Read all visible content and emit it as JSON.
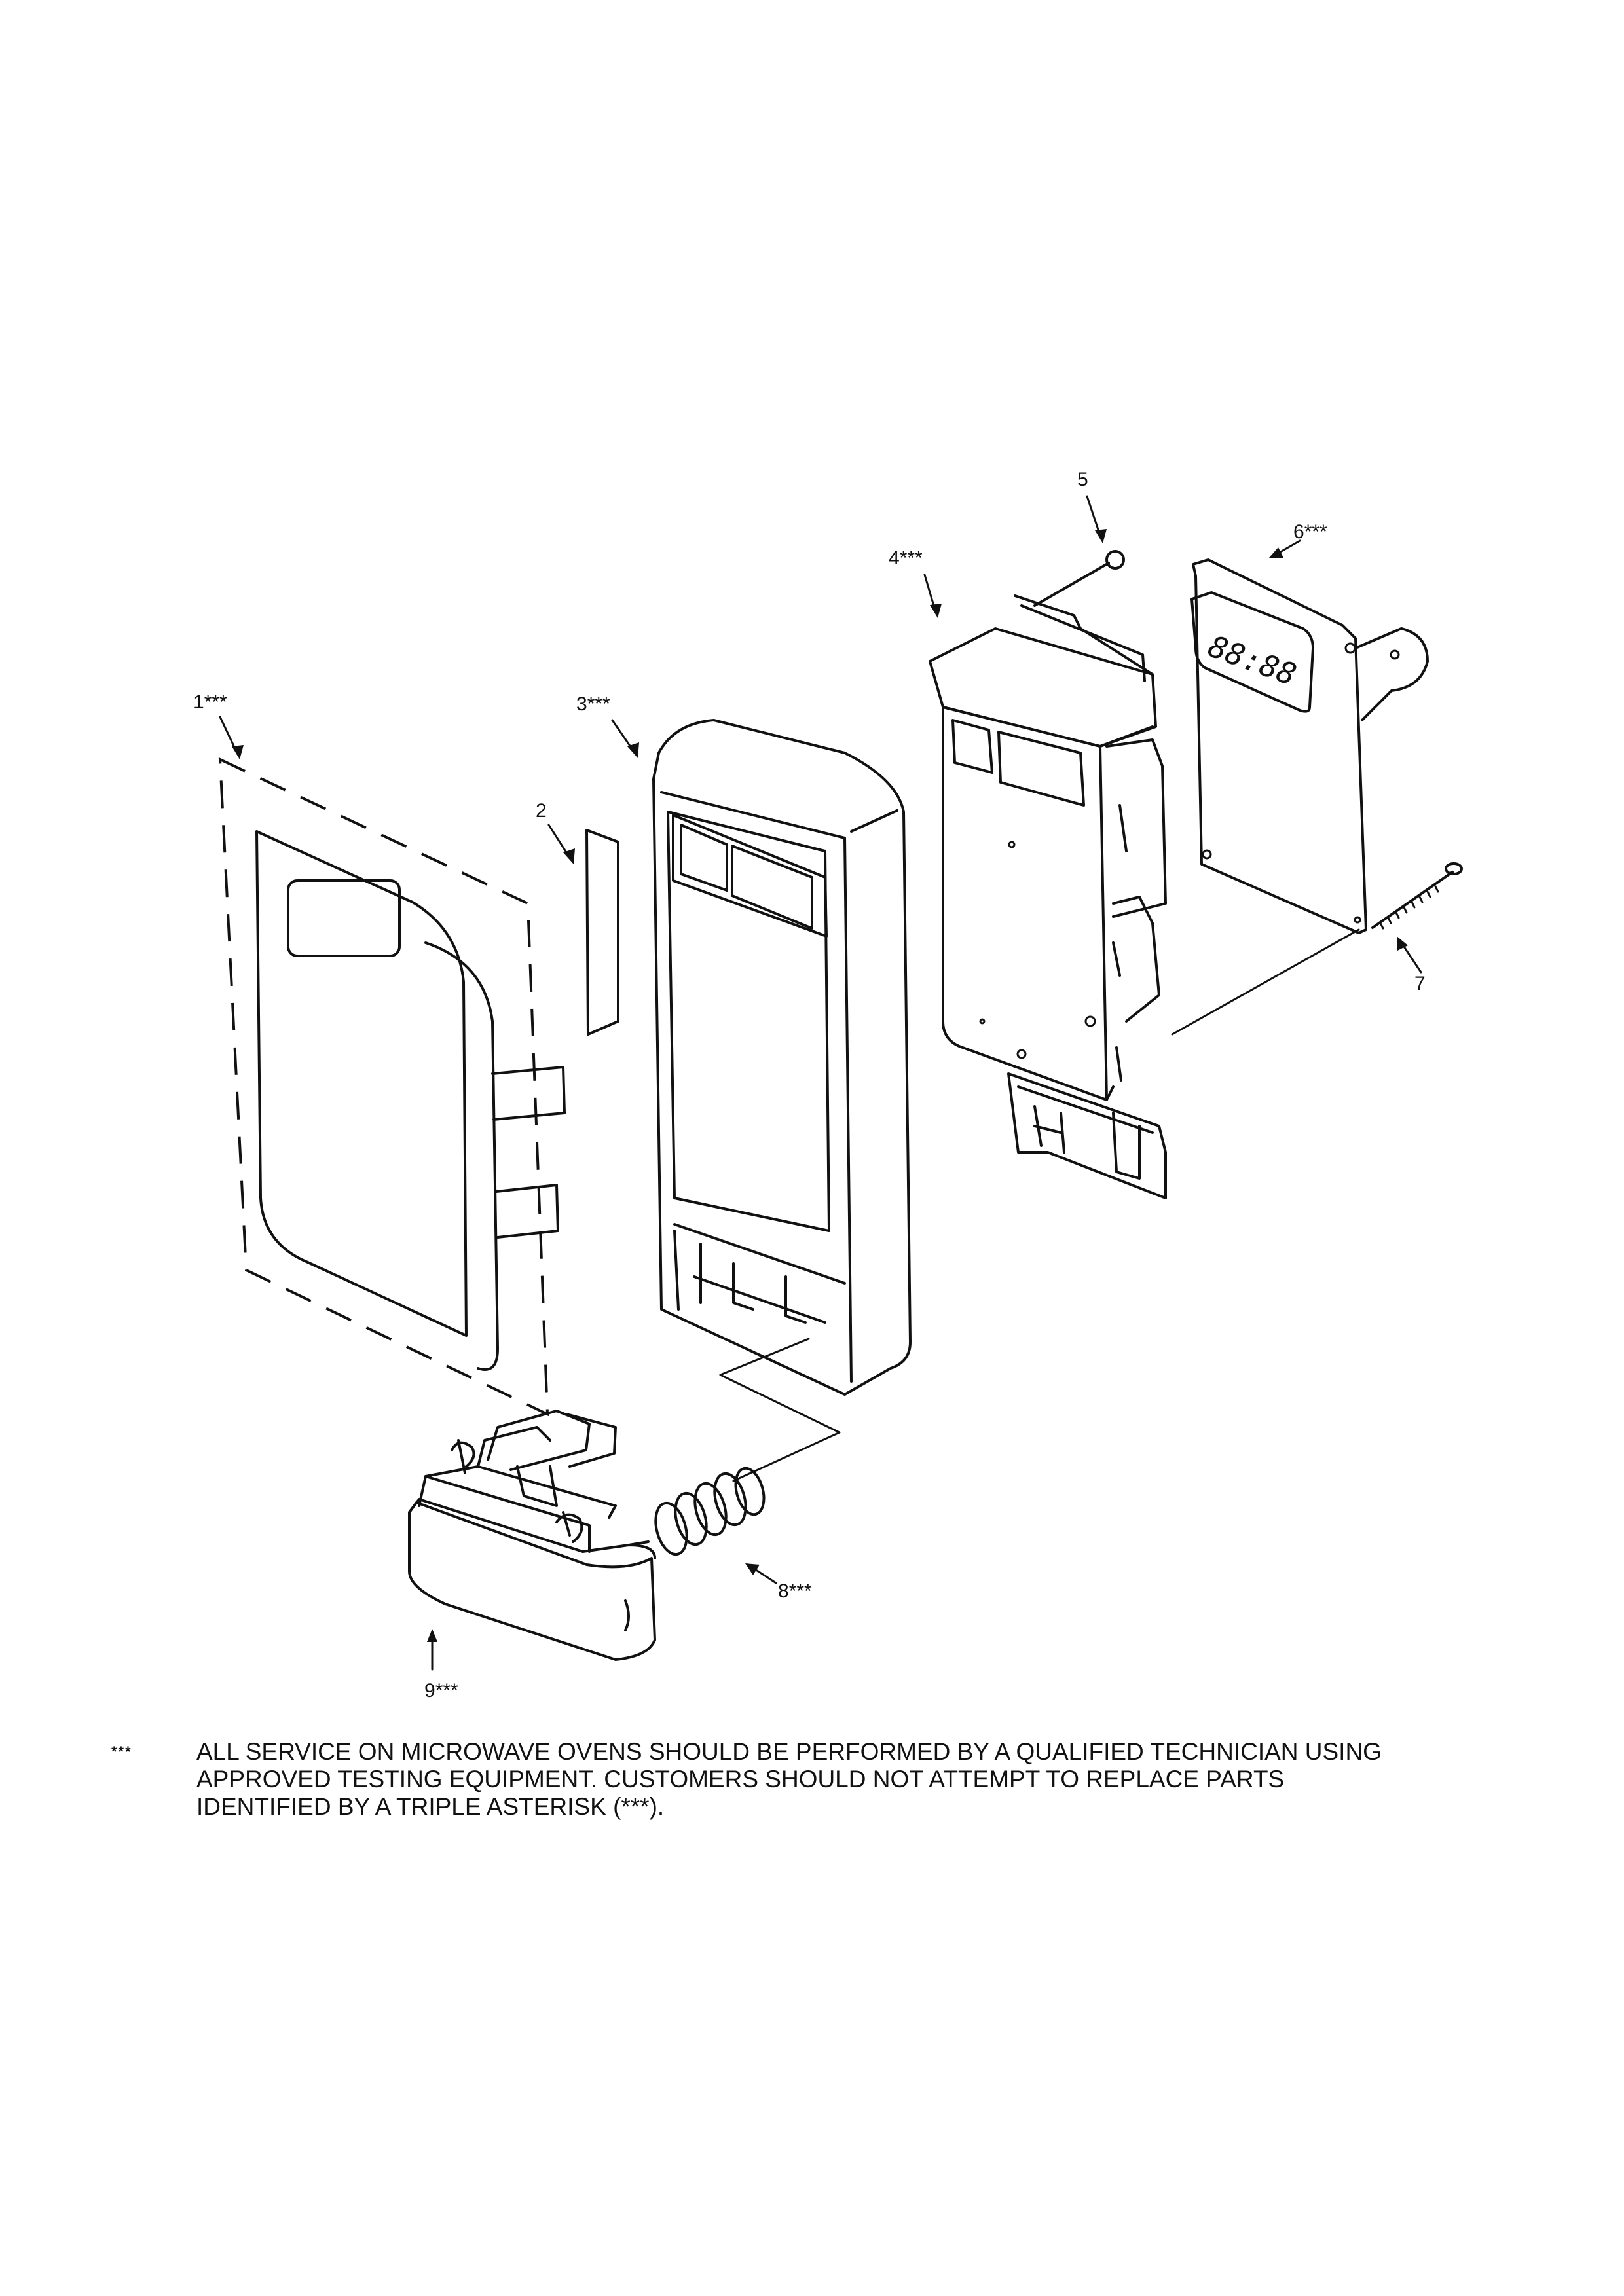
{
  "callouts": [
    {
      "number": "1",
      "mark": "***"
    },
    {
      "number": "2",
      "mark": ""
    },
    {
      "number": "3",
      "mark": "***"
    },
    {
      "number": "4",
      "mark": "***"
    },
    {
      "number": "5",
      "mark": ""
    },
    {
      "number": "6",
      "mark": "***"
    },
    {
      "number": "7",
      "mark": ""
    },
    {
      "number": "8",
      "mark": "***"
    },
    {
      "number": "9",
      "mark": "***"
    }
  ],
  "display_readout": "88:88",
  "footnote": {
    "mark": "***",
    "lines": [
      "ALL SERVICE ON MICROWAVE OVENS SHOULD BE PERFORMED BY A  QUALIFIED TECHNICIAN USING",
      "APPROVED TESTING EQUIPMENT.  CUSTOMERS SHOULD NOT ATTEMPT TO REPLACE PARTS",
      "IDENTIFIED BY A TRIPLE ASTERISK (***)."
    ]
  }
}
